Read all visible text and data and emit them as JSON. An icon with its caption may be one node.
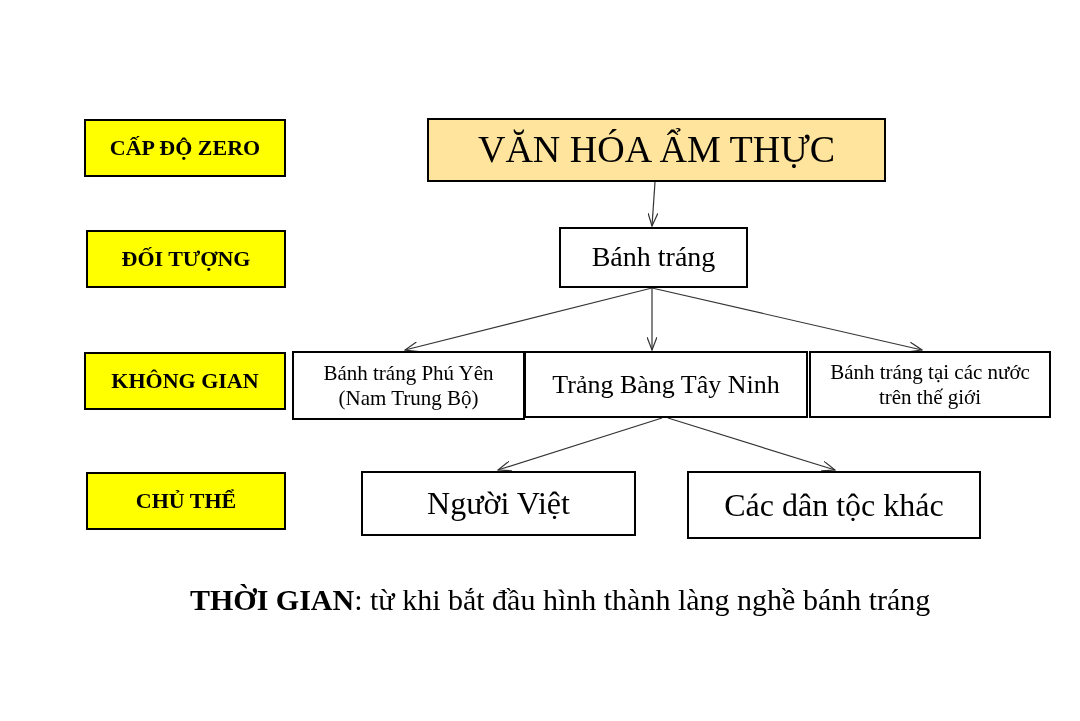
{
  "diagram": {
    "nodes": [
      {
        "text": [
          "CẤP ĐỘ ZERO"
        ]
      },
      {
        "text": [
          "ĐỐI TƯỢNG"
        ]
      },
      {
        "text": [
          "KHÔNG GIAN"
        ]
      },
      {
        "text": [
          "CHỦ THỂ"
        ]
      },
      {
        "text": [
          "VĂN HÓA ẨM THỰC"
        ]
      },
      {
        "text": [
          "Bánh tráng"
        ]
      },
      {
        "text": [
          "Bánh tráng Phú Yên (Nam Trung Bộ)"
        ]
      },
      {
        "text": [
          "Trảng Bàng Tây Ninh"
        ]
      },
      {
        "text": [
          "Bánh tráng tại các nước trên thế giới"
        ]
      },
      {
        "text": [
          "Người Việt"
        ]
      },
      {
        "text": [
          "Các dân tộc khác"
        ]
      }
    ],
    "edges": [
      {
        "from": 4,
        "to": 5,
        "arrow": "to"
      },
      {
        "from": 5,
        "to": 6,
        "arrow": "to"
      },
      {
        "from": 5,
        "to": 7,
        "arrow": "to"
      },
      {
        "from": 5,
        "to": 8,
        "arrow": "to"
      },
      {
        "from": 7,
        "to": 9,
        "arrow": "to"
      },
      {
        "from": 7,
        "to": 10,
        "arrow": "to"
      }
    ],
    "labels": [
      "**THỜI GIAN**: từ khi bắt đầu hình thành làng nghề bánh tráng"
    ]
  }
}
